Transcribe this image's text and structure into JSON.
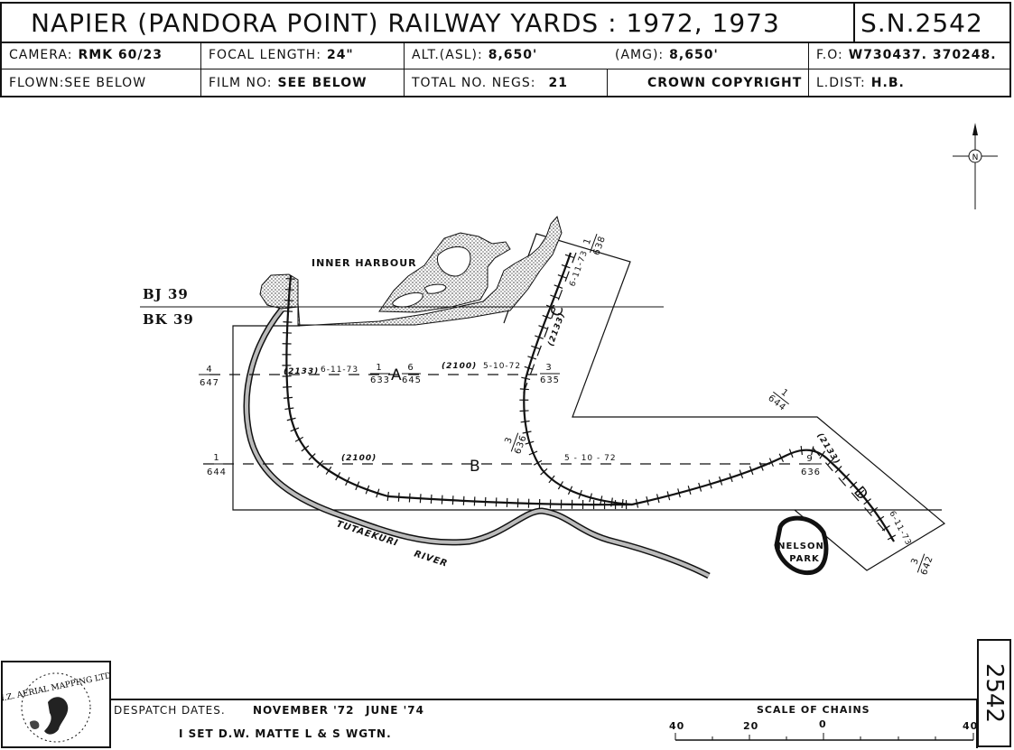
{
  "header": {
    "title": "NAPIER (PANDORA POINT)   RAILWAY YARDS : 1972, 1973",
    "sn": "S.N.2542",
    "camera_label": "CAMERA:",
    "camera": "RMK 60/23",
    "focal_label": "FOCAL LENGTH:",
    "focal": "24\"",
    "alt_label": "ALT.(ASL):",
    "alt": "8,650'",
    "amg_label": "(AMG):",
    "amg": "8,650'",
    "fo_label": "F.O:",
    "fo": "W730437. 370248.",
    "flown": "FLOWN:SEE BELOW",
    "film_label": "FILM NO:",
    "film": "SEE BELOW",
    "negs_label": "TOTAL NO. NEGS:",
    "negs": "21",
    "copyright": "CROWN COPYRIGHT",
    "ldist_label": "L.DIST:",
    "ldist": "H.B."
  },
  "map": {
    "inner_harbour": "INNER HARBOUR",
    "grid_bj": "BJ 39",
    "grid_bk": "BK 39",
    "river1": "TUTAEKURI",
    "river2": "RIVER",
    "park1": "NELSON",
    "park2": "PARK",
    "north": "N",
    "run_a": "A",
    "run_b": "B",
    "run_c": "C",
    "run_d": "D",
    "a_film": "(2133)",
    "a_date": "6-11-73",
    "a_film2": "(2100)",
    "a_date2": "5-10-72",
    "a_start_n": "1",
    "a_start_d": "633",
    "a_end_n": "6",
    "a_end_d": "645",
    "a_far_n": "3",
    "a_far_d": "635",
    "a_left_n": "4",
    "a_left_d": "647",
    "b_film": "(2100)",
    "b_date": "5 - 10 - 72",
    "b_left_n": "1",
    "b_left_d": "644",
    "b_right_n": "9",
    "b_right_d": "636",
    "c_film": "(2133)",
    "c_date": "6-11-73",
    "c_top_n": "1",
    "c_top_d": "638",
    "c_bot_n": "3",
    "c_bot_d": "636",
    "c_mid_n": "1",
    "c_mid_d": "644",
    "d_film": "(2133)",
    "d_date": "6-11-73",
    "d_end_n": "3",
    "d_end_d": "642"
  },
  "footer": {
    "logo": "N.Z. AERIAL MAPPING LTD.",
    "despatch_label": "DESPATCH DATES.",
    "despatch1": "NOVEMBER '72",
    "despatch2": "JUNE '74",
    "set": "I SET D.W. MATTE L & S WGTN.",
    "scale_label": "SCALE    OF    CHAINS",
    "s40a": "40",
    "s20": "20",
    "s0": "0",
    "s40b": "40",
    "side": "2542"
  }
}
